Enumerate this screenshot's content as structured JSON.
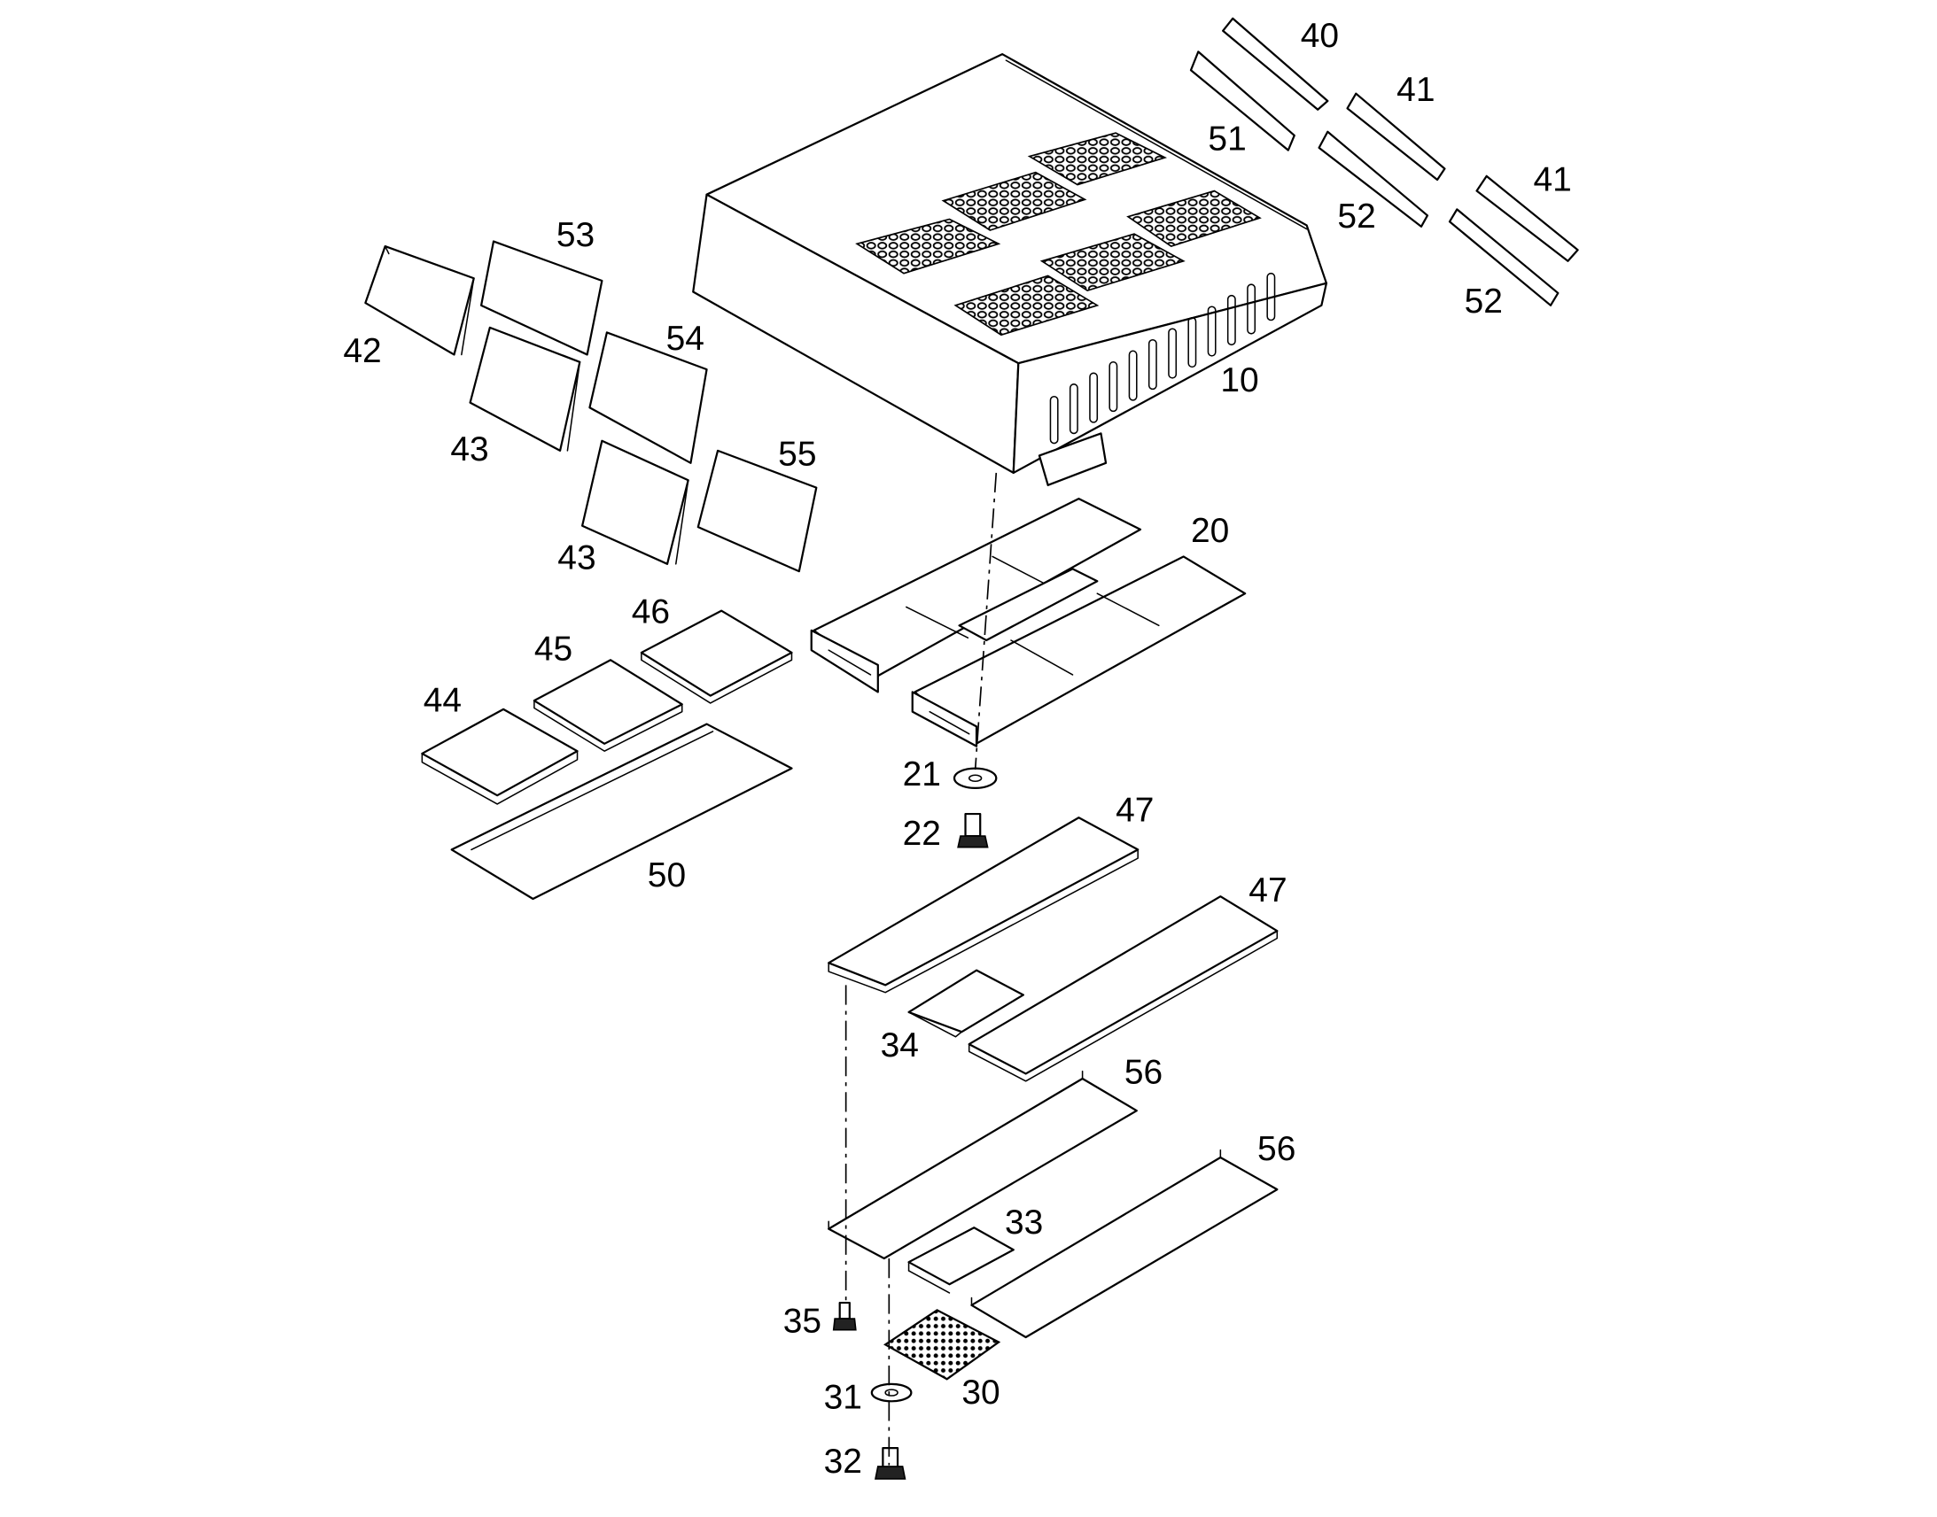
{
  "callouts": {
    "c10": "10",
    "c20": "20",
    "c21": "21",
    "c22": "22",
    "c30": "30",
    "c31": "31",
    "c32": "32",
    "c33": "33",
    "c34": "34",
    "c35": "35",
    "c40": "40",
    "c41a": "41",
    "c41b": "41",
    "c42": "42",
    "c43a": "43",
    "c43b": "43",
    "c44": "44",
    "c45": "45",
    "c46": "46",
    "c47a": "47",
    "c47b": "47",
    "c50": "50",
    "c51": "51",
    "c52a": "52",
    "c52b": "52",
    "c53": "53",
    "c54": "54",
    "c55": "55",
    "c56a": "56",
    "c56b": "56"
  },
  "colors": {
    "line": "#000000",
    "background": "#ffffff",
    "dark_fill": "#222222"
  }
}
